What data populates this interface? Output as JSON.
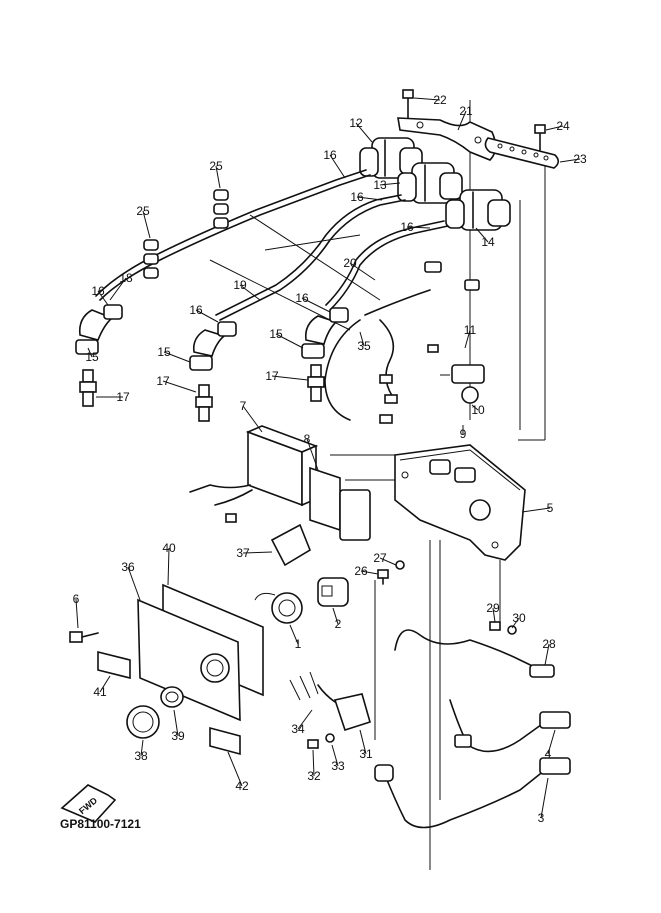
{
  "diagram": {
    "code": "GP81100-7121",
    "fwd_label": "FWD",
    "callouts": [
      "1",
      "2",
      "3",
      "4",
      "5",
      "6",
      "7",
      "8",
      "9",
      "10",
      "11",
      "12",
      "13",
      "14",
      "15",
      "15",
      "15",
      "16",
      "16",
      "16",
      "16",
      "16",
      "16",
      "17",
      "17",
      "17",
      "18",
      "19",
      "20",
      "21",
      "22",
      "23",
      "24",
      "25",
      "25",
      "26",
      "27",
      "28",
      "29",
      "30",
      "31",
      "32",
      "33",
      "34",
      "35",
      "36",
      "37",
      "38",
      "39",
      "40",
      "41",
      "42"
    ]
  }
}
